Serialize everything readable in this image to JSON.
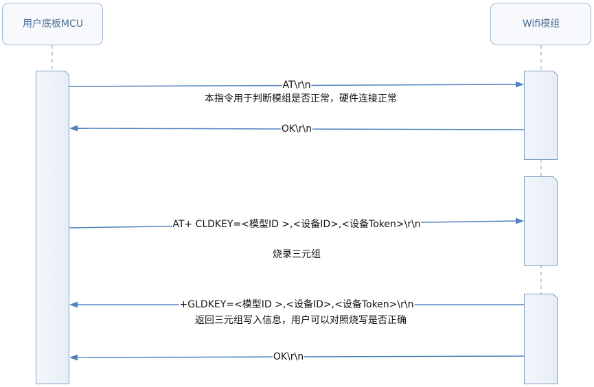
{
  "actors": {
    "left": "用户底板MCU",
    "right": "Wifi模组"
  },
  "messages": [
    {
      "label": "AT\\r\\n",
      "note": "本指令用于判断模组是否正常，硬件连接正常"
    },
    {
      "label": "OK\\r\\n",
      "note": ""
    },
    {
      "label": "AT+ CLDKEY=<模型ID >,<设备ID>,<设备Token>\\r\\n",
      "note": "烧录三元组"
    },
    {
      "label": "+GLDKEY=<模型ID >,<设备ID>,<设备Token>\\r\\n",
      "note": "返回三元组写入信息，用户可以对照烧写是否正确"
    },
    {
      "label": "OK\\r\\n",
      "note": ""
    }
  ],
  "colors": {
    "actor_border": "#9db5d4",
    "actor_fill": "#f7f9fc",
    "actor_text": "#4a6e96",
    "activation_fill": "#eef3fa",
    "arrow": "#4f81bd",
    "lifeline": "#7f9cc6"
  }
}
